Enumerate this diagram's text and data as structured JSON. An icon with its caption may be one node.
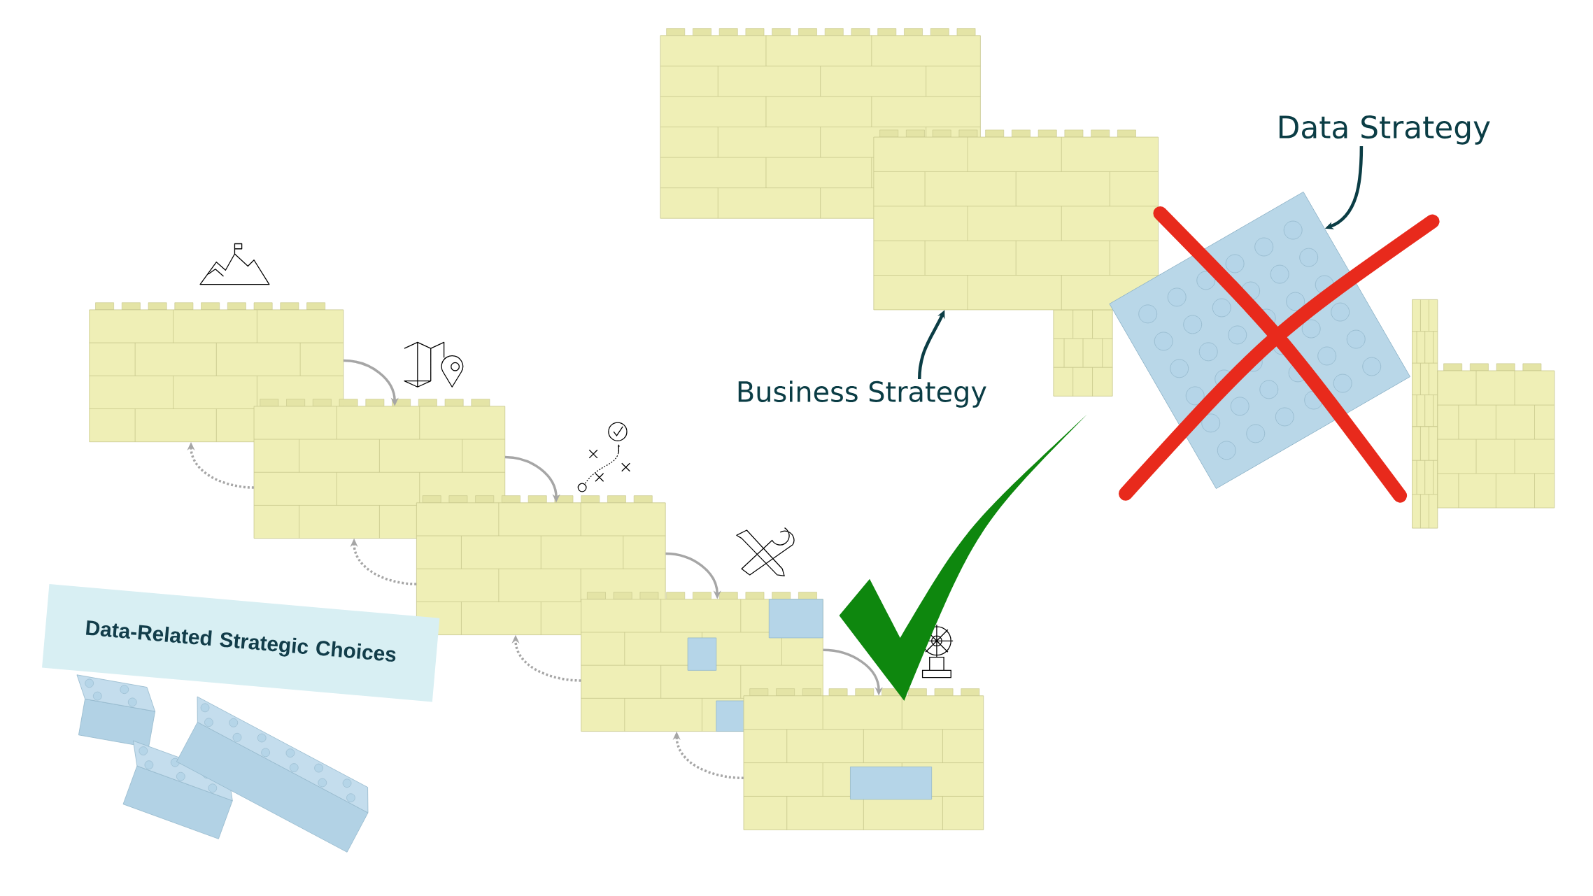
{
  "diagram": {
    "nodes": [
      {
        "text": [],
        "shape": "picture"
      },
      {
        "text": [
          "Data Strategy"
        ]
      },
      {
        "text": [],
        "shape": "picture"
      },
      {
        "text": [
          "Business Strategy"
        ]
      },
      {
        "text": [],
        "shape": "picture"
      },
      {
        "text": [],
        "shape": "picture"
      },
      {
        "text": [],
        "shape": "picture"
      },
      {
        "text": [],
        "shape": "picture"
      },
      {
        "text": [],
        "shape": "picture"
      },
      {
        "text": [
          "Data-Related Strategic Choices"
        ]
      }
    ],
    "edges": [
      {
        "from": 3,
        "to": 0,
        "arrow": "to",
        "color": "#0b3d45"
      },
      {
        "from": 1,
        "to": 2,
        "arrow": "to",
        "color": "#0b3d45"
      },
      {
        "from": 4,
        "to": 5,
        "arrow": "to"
      },
      {
        "from": 5,
        "to": 6,
        "arrow": "to"
      },
      {
        "from": 6,
        "to": 7,
        "arrow": "to"
      },
      {
        "from": 7,
        "to": 8,
        "arrow": "to"
      },
      {
        "from": 5,
        "to": 4,
        "arrow": "to",
        "style": "dashed"
      },
      {
        "from": 6,
        "to": 5,
        "arrow": "to",
        "style": "dashed"
      },
      {
        "from": 7,
        "to": 6,
        "arrow": "to",
        "style": "dashed"
      },
      {
        "from": 8,
        "to": 7,
        "arrow": "to",
        "style": "dashed"
      }
    ]
  }
}
